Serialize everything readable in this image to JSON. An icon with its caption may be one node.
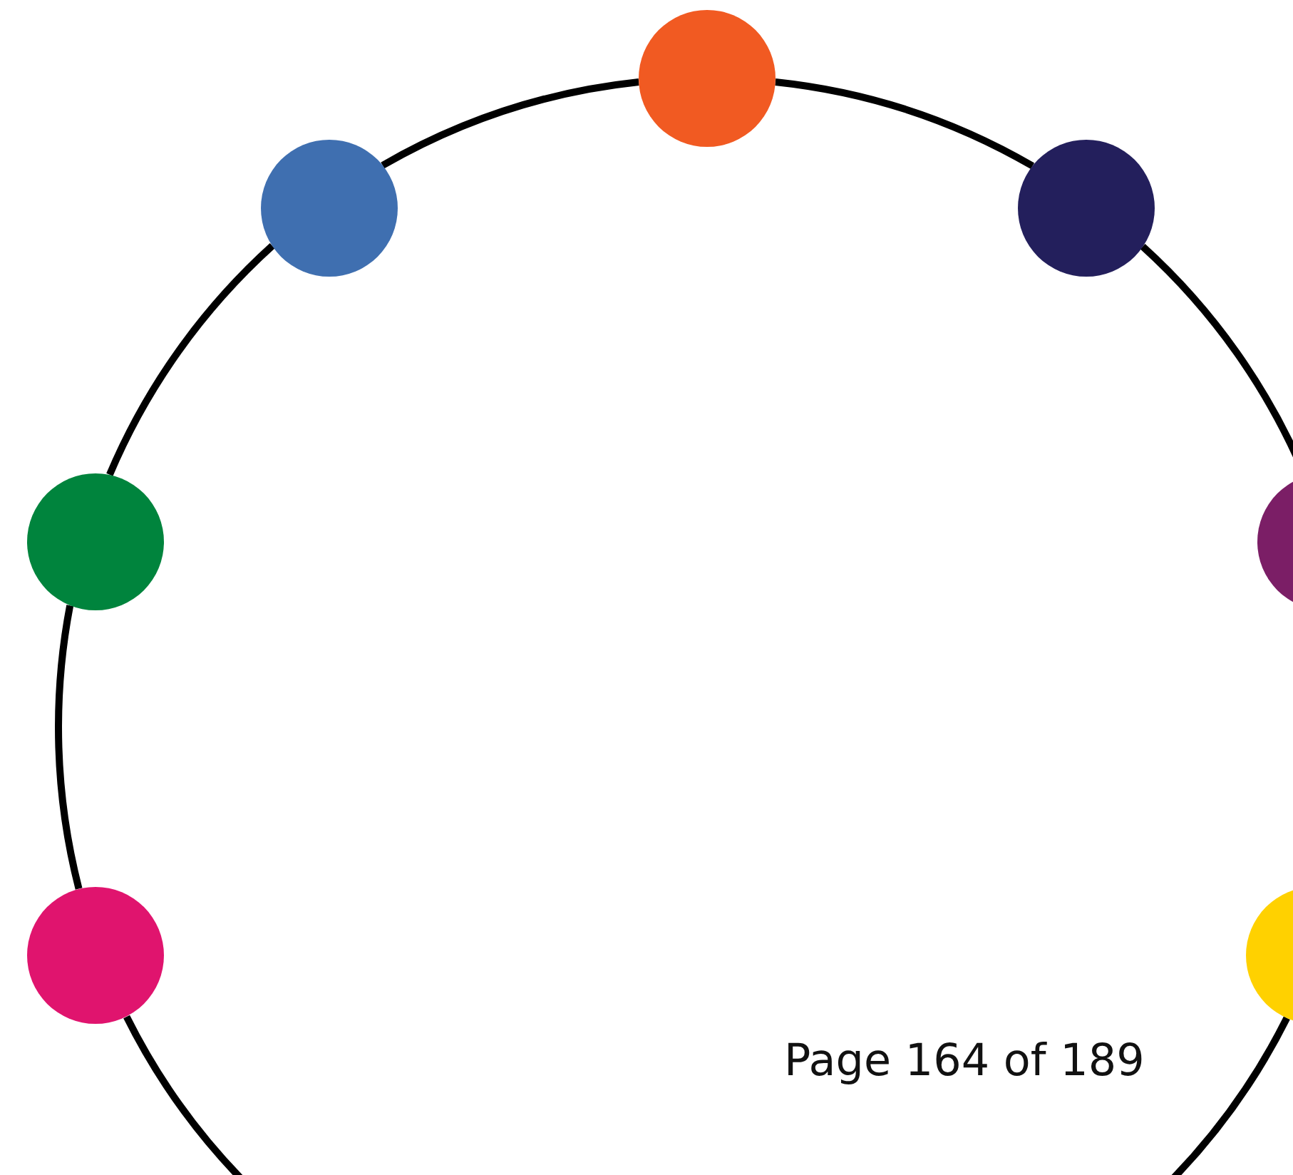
{
  "diagram": {
    "nodes": [
      {
        "text": [],
        "shape": "circle"
      },
      {
        "text": [],
        "shape": "circle"
      },
      {
        "text": [],
        "shape": "circle"
      },
      {
        "text": [],
        "shape": "circle"
      },
      {
        "text": [],
        "shape": "circle"
      },
      {
        "text": [],
        "shape": "circle"
      },
      {
        "text": [],
        "shape": "circle"
      }
    ],
    "edges": [
      {
        "from": 1,
        "to": 0,
        "arrow": "none"
      },
      {
        "from": 0,
        "to": 2,
        "arrow": "none"
      },
      {
        "from": 2,
        "to": 4,
        "arrow": "none"
      },
      {
        "from": 1,
        "to": 3,
        "arrow": "none"
      },
      {
        "from": 3,
        "to": 5,
        "arrow": "none"
      },
      {
        "from": 5,
        "to": null,
        "arrow": "none"
      },
      {
        "from": 6,
        "to": null,
        "arrow": "none"
      }
    ],
    "labels": [
      "Page 164 of 189"
    ]
  }
}
